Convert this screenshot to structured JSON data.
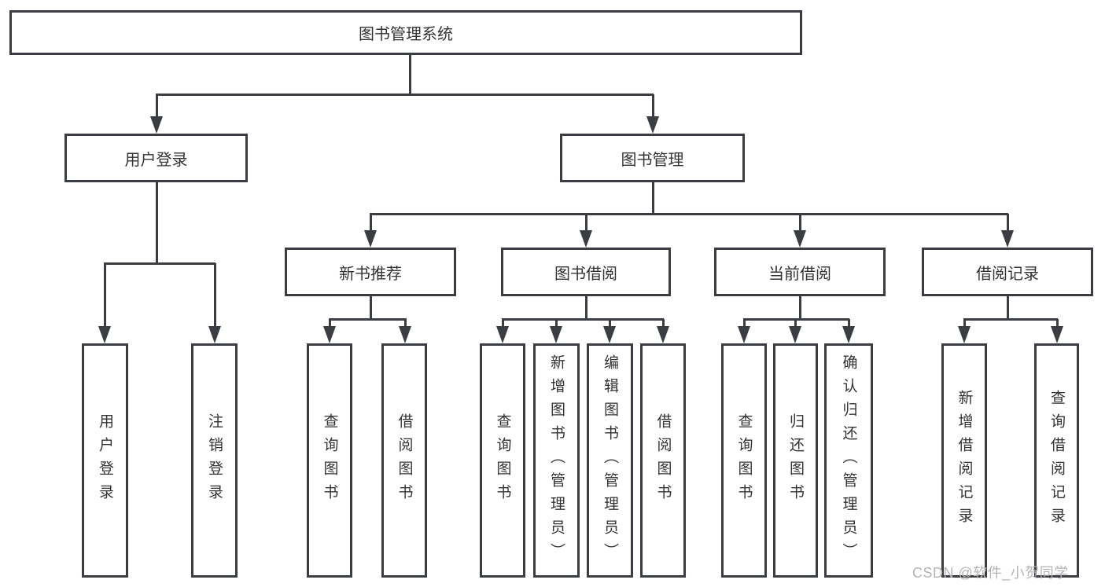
{
  "tree": {
    "root": {
      "label": "图书管理系统"
    },
    "children": [
      {
        "label": "用户登录",
        "children": [
          {
            "label": "用户登录"
          },
          {
            "label": "注销登录"
          }
        ]
      },
      {
        "label": "图书管理",
        "children": [
          {
            "label": "新书推荐",
            "children": [
              {
                "label": "查询图书"
              },
              {
                "label": "借阅图书"
              }
            ]
          },
          {
            "label": "图书借阅",
            "children": [
              {
                "label": "查询图书"
              },
              {
                "label": "新增图书（管理员）"
              },
              {
                "label": "编辑图书（管理员）"
              },
              {
                "label": "借阅图书"
              }
            ]
          },
          {
            "label": "当前借阅",
            "children": [
              {
                "label": "查询图书"
              },
              {
                "label": "归还图书"
              },
              {
                "label": "确认归还（管理员）"
              }
            ]
          },
          {
            "label": "借阅记录",
            "children": [
              {
                "label": "新增借阅记录"
              },
              {
                "label": "查询借阅记录"
              }
            ]
          }
        ]
      }
    ]
  },
  "watermark": {
    "text": "CSDN @软件_小贺同学"
  },
  "colors": {
    "line": "#3a3d42",
    "text": "#333333",
    "watermark": "#b4b4b4",
    "background": "#ffffff"
  }
}
